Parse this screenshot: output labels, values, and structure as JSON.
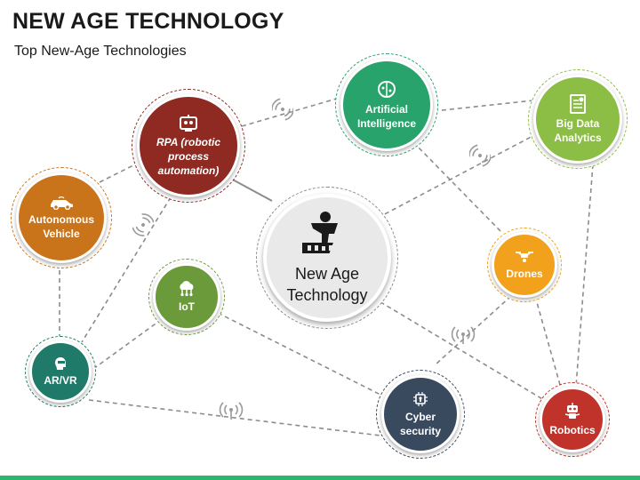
{
  "header": {
    "title": "NEW AGE TECHNOLOGY",
    "subtitle": "Top New-Age Technologies"
  },
  "center": {
    "label_line1": "New Age",
    "label_line2": "Technology",
    "icon": "person-on-film-icon"
  },
  "nodes": {
    "rpa": {
      "line1": "RPA (robotic",
      "line2": "process",
      "line3": "automation)",
      "icon": "robot-monitor-icon",
      "color": "#8e2a22"
    },
    "ai": {
      "line1": "Artificial",
      "line2": "Intelligence",
      "icon": "brain-chip-icon",
      "color": "#27a36b"
    },
    "bigdata": {
      "line1": "Big Data",
      "line2": "Analytics",
      "icon": "data-document-icon",
      "color": "#8cbd45"
    },
    "autonomous": {
      "line1": "Autonomous",
      "line2": "Vehicle",
      "icon": "car-icon",
      "color": "#c9741a"
    },
    "drones": {
      "line1": "Drones",
      "icon": "drone-icon",
      "color": "#f2a11d"
    },
    "iot": {
      "line1": "IoT",
      "icon": "cloud-network-icon",
      "color": "#6a9a3a"
    },
    "arvr": {
      "line1": "AR/VR",
      "icon": "vr-head-icon",
      "color": "#1f7a6a"
    },
    "cyber": {
      "line1": "Cyber",
      "line2": "security",
      "icon": "security-chip-icon",
      "color": "#3a4a5e"
    },
    "robotics": {
      "line1": "Robotics",
      "icon": "robot-icon",
      "color": "#c0332b"
    }
  },
  "colors": {
    "accent_bar": "#2bb673",
    "link": "#8c8c8c"
  }
}
